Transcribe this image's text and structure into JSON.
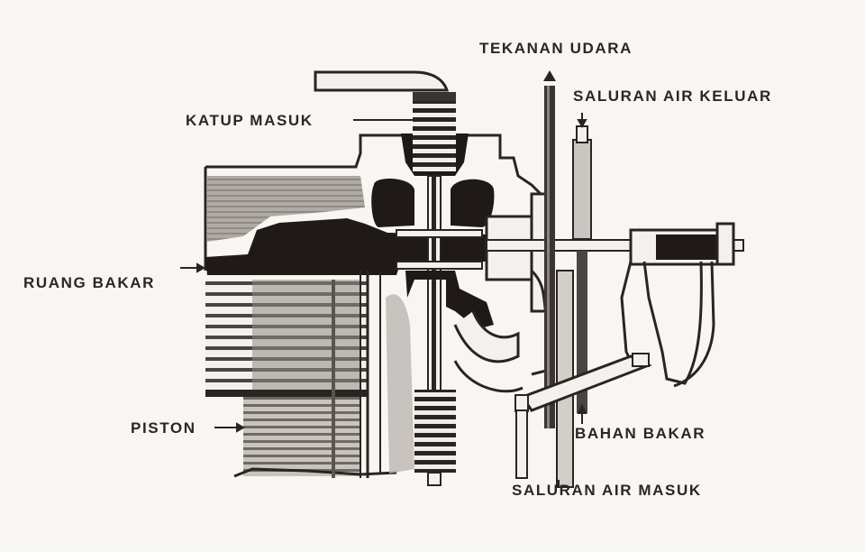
{
  "diagram": {
    "type": "technical-cross-section",
    "subject": "engine cylinder with intake valve and fuel injection assembly",
    "colors": {
      "background": "#f7f6f3",
      "ink": "#1f1a18",
      "mid_gray": "#8a8480",
      "light_gray": "#c9c5c0",
      "label_text": "#2a2624"
    },
    "labels": {
      "tekanan_udara": "TEKANAN UDARA",
      "saluran_air_keluar": "SALURAN AIR KELUAR",
      "katup_masuk": "KATUP MASUK",
      "ruang_bakar": "RUANG BAKAR",
      "piston": "PISTON",
      "bahan_bakar": "BAHAN BAKAR",
      "saluran_air_masuk": "SALURAN AIR MASUK"
    }
  }
}
